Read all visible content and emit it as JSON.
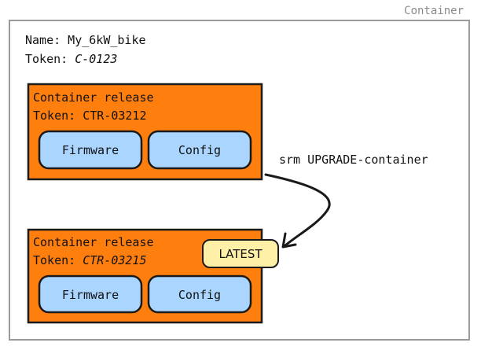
{
  "outer": {
    "label": "Container",
    "name_line": "Name: My_6kW_bike",
    "token_prefix": "Token: ",
    "token_value": "C-0123"
  },
  "release_top": {
    "title": "Container release",
    "token_line": "Token: CTR-03212",
    "firmware_label": "Firmware",
    "config_label": "Config"
  },
  "release_bottom": {
    "title": "Container release",
    "token_prefix": "Token: ",
    "token_value": "CTR-03215",
    "firmware_label": "Firmware",
    "config_label": "Config",
    "badge": "LATEST"
  },
  "arrow": {
    "label": "srm UPGRADE-container"
  },
  "colors": {
    "release_fill": "#ff7f0e",
    "module_fill": "#a9d5ff",
    "badge_fill": "#fff0a8",
    "outline": "#1a1a1a",
    "outer_border": "#9a9a9a",
    "muted_text": "#8a8a8a"
  }
}
